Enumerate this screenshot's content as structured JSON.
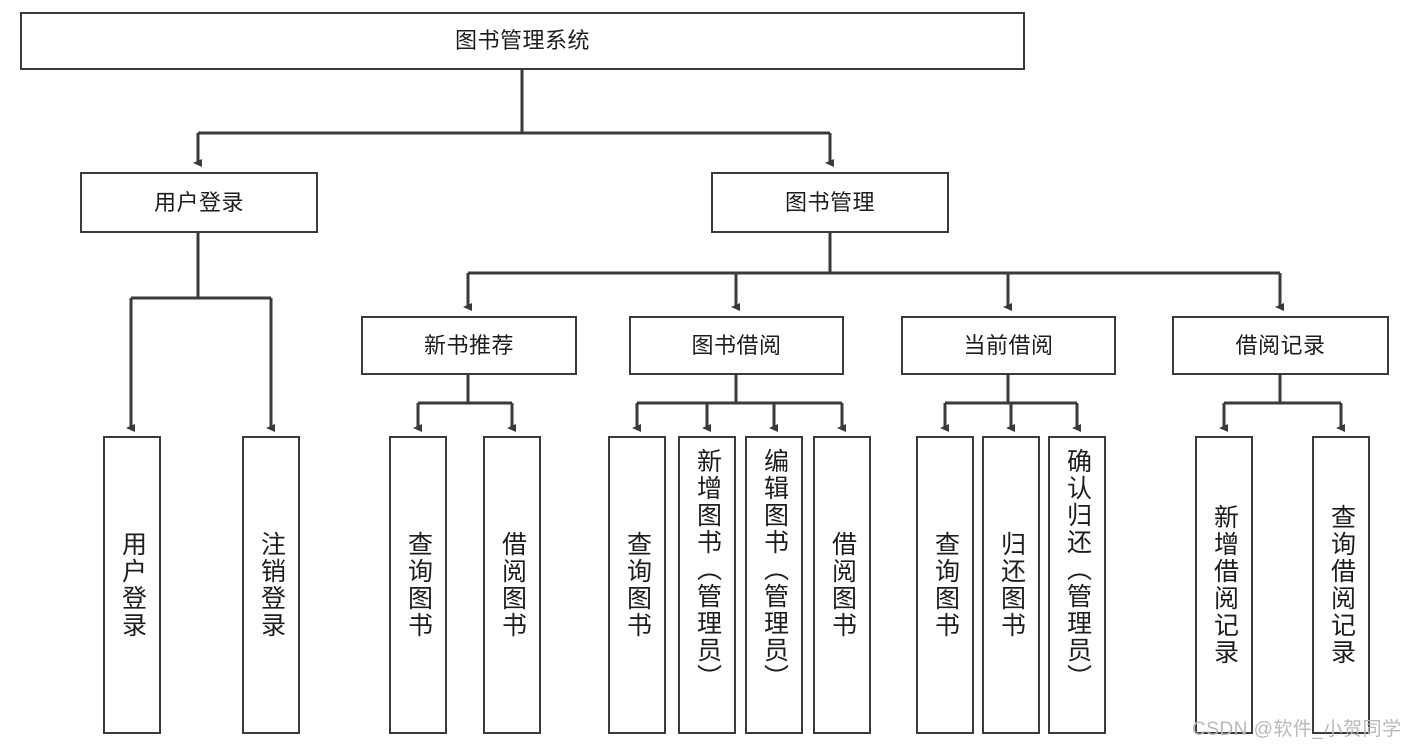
{
  "diagram": {
    "type": "tree-hierarchy-chart",
    "title": "图书管理系统",
    "line_color": "#3a3a3a",
    "box_fill": "#ffffff",
    "text_color": "#1d1d1d",
    "nodes": {
      "root": {
        "label": "图书管理系统"
      },
      "level2": [
        {
          "label": "用户登录"
        },
        {
          "label": "图书管理"
        }
      ],
      "level3": [
        {
          "label": "新书推荐"
        },
        {
          "label": "图书借阅"
        },
        {
          "label": "当前借阅"
        },
        {
          "label": "借阅记录"
        }
      ],
      "leaves": {
        "user_login": [
          {
            "label": "用户登录"
          },
          {
            "label": "注销登录"
          }
        ],
        "new_book_recommend": [
          {
            "label": "查询图书"
          },
          {
            "label": "借阅图书"
          }
        ],
        "book_borrow": [
          {
            "label": "查询图书"
          },
          {
            "label": "新增图书（管理员）"
          },
          {
            "label": "编辑图书（管理员）"
          },
          {
            "label": "借阅图书"
          }
        ],
        "current_borrow": [
          {
            "label": "查询图书"
          },
          {
            "label": "归还图书"
          },
          {
            "label": "确认归还（管理员）"
          }
        ],
        "borrow_records": [
          {
            "label": "新增借阅记录"
          },
          {
            "label": "查询借阅记录"
          }
        ]
      }
    }
  },
  "watermark": {
    "text": "CSDN @软件_小贺同学"
  }
}
